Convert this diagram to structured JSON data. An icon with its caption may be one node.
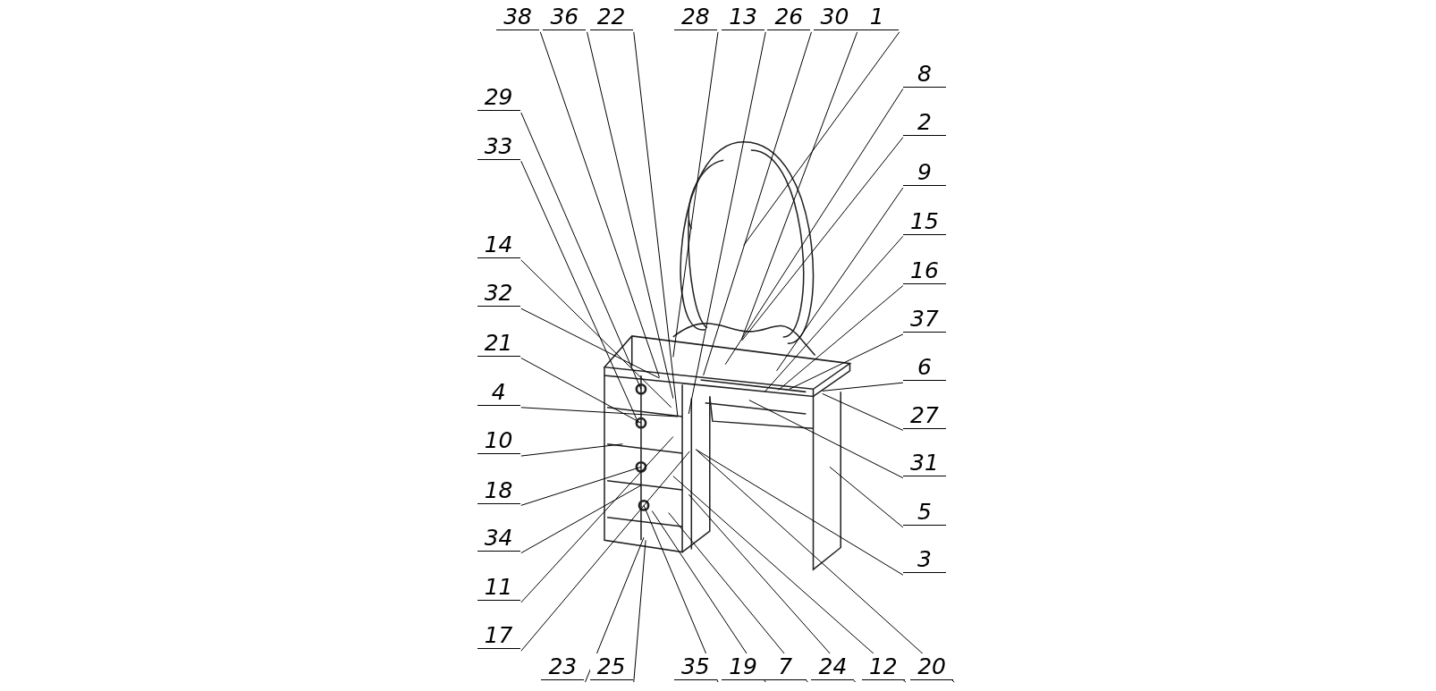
{
  "diagram": {
    "nodes": [
      {
        "text": [
          "38"
        ]
      },
      {
        "text": [
          "36"
        ]
      },
      {
        "text": [
          "22"
        ]
      },
      {
        "text": [
          "28"
        ]
      },
      {
        "text": [
          "13"
        ]
      },
      {
        "text": [
          "26"
        ]
      },
      {
        "text": [
          "30"
        ]
      },
      {
        "text": [
          "1"
        ]
      },
      {
        "text": [
          "8"
        ]
      },
      {
        "text": [
          "29"
        ]
      },
      {
        "text": [
          "2"
        ]
      },
      {
        "text": [
          "33"
        ]
      },
      {
        "text": [
          "9"
        ]
      },
      {
        "text": [
          "15"
        ]
      },
      {
        "text": [
          "14"
        ]
      },
      {
        "text": [
          "16"
        ]
      },
      {
        "text": [
          "32"
        ]
      },
      {
        "text": [
          "37"
        ]
      },
      {
        "text": [
          "21"
        ]
      },
      {
        "text": [
          "6"
        ]
      },
      {
        "text": [
          "4"
        ]
      },
      {
        "text": [
          "27"
        ]
      },
      {
        "text": [
          "10"
        ]
      },
      {
        "text": [
          "31"
        ]
      },
      {
        "text": [
          "18"
        ]
      },
      {
        "text": [
          "5"
        ]
      },
      {
        "text": [
          "34"
        ]
      },
      {
        "text": [
          "3"
        ]
      },
      {
        "text": [
          "11"
        ]
      },
      {
        "text": [
          "17"
        ]
      },
      {
        "text": [
          "23"
        ]
      },
      {
        "text": [
          "25"
        ]
      },
      {
        "text": [
          "35"
        ]
      },
      {
        "text": [
          "19"
        ]
      },
      {
        "text": [
          "7"
        ]
      },
      {
        "text": [
          "24"
        ]
      },
      {
        "text": [
          "12"
        ]
      },
      {
        "text": [
          "20"
        ]
      }
    ],
    "edges": [
      {
        "from": 0,
        "to": null,
        "arrow": "none"
      },
      {
        "from": 1,
        "to": null,
        "arrow": "none"
      },
      {
        "from": 2,
        "to": null,
        "arrow": "none"
      },
      {
        "from": 3,
        "to": null,
        "arrow": "none"
      },
      {
        "from": 4,
        "to": null,
        "arrow": "none"
      },
      {
        "from": 5,
        "to": null,
        "arrow": "none"
      },
      {
        "from": 6,
        "to": null,
        "arrow": "none"
      },
      {
        "from": 7,
        "to": null,
        "arrow": "none"
      },
      {
        "from": 8,
        "to": null,
        "arrow": "none"
      },
      {
        "from": 9,
        "to": null,
        "arrow": "none"
      },
      {
        "from": 10,
        "to": null,
        "arrow": "none"
      },
      {
        "from": 11,
        "to": null,
        "arrow": "none"
      },
      {
        "from": 12,
        "to": null,
        "arrow": "none"
      },
      {
        "from": 13,
        "to": null,
        "arrow": "none"
      },
      {
        "from": 14,
        "to": null,
        "arrow": "none"
      },
      {
        "from": 15,
        "to": null,
        "arrow": "none"
      },
      {
        "from": 16,
        "to": null,
        "arrow": "none"
      },
      {
        "from": 17,
        "to": null,
        "arrow": "none"
      },
      {
        "from": 18,
        "to": null,
        "arrow": "none"
      },
      {
        "from": 19,
        "to": null,
        "arrow": "none"
      },
      {
        "from": 20,
        "to": null,
        "arrow": "none"
      },
      {
        "from": 21,
        "to": null,
        "arrow": "none"
      },
      {
        "from": 22,
        "to": null,
        "arrow": "none"
      },
      {
        "from": 23,
        "to": null,
        "arrow": "none"
      },
      {
        "from": 24,
        "to": null,
        "arrow": "none"
      },
      {
        "from": 25,
        "to": null,
        "arrow": "none"
      },
      {
        "from": 26,
        "to": null,
        "arrow": "none"
      },
      {
        "from": 27,
        "to": null,
        "arrow": "none"
      },
      {
        "from": 28,
        "to": null,
        "arrow": "none"
      },
      {
        "from": 29,
        "to": null,
        "arrow": "none"
      },
      {
        "from": 30,
        "to": null,
        "arrow": "none"
      },
      {
        "from": 31,
        "to": null,
        "arrow": "none"
      },
      {
        "from": 32,
        "to": null,
        "arrow": "none"
      },
      {
        "from": 33,
        "to": null,
        "arrow": "none"
      },
      {
        "from": 34,
        "to": null,
        "arrow": "none"
      },
      {
        "from": 35,
        "to": null,
        "arrow": "none"
      },
      {
        "from": 36,
        "to": null,
        "arrow": "none"
      },
      {
        "from": 37,
        "to": null,
        "arrow": "none"
      }
    ]
  }
}
